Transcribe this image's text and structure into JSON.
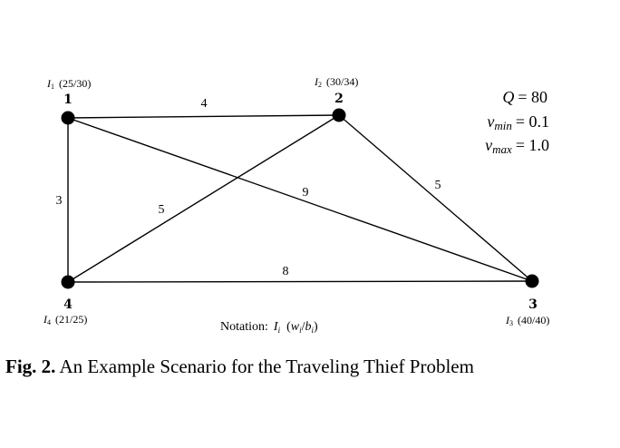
{
  "cities": [
    {
      "id": "1",
      "item_label": "I",
      "item_sub": "1",
      "item_values": "(25/30)"
    },
    {
      "id": "2",
      "item_label": "I",
      "item_sub": "2",
      "item_values": "(30/34)"
    },
    {
      "id": "3",
      "item_label": "I",
      "item_sub": "3",
      "item_values": "(40/40)"
    },
    {
      "id": "4",
      "item_label": "I",
      "item_sub": "4",
      "item_values": "(21/25)"
    }
  ],
  "edges": [
    {
      "from": "1",
      "to": "2",
      "weight": "4"
    },
    {
      "from": "1",
      "to": "4",
      "weight": "3"
    },
    {
      "from": "1",
      "to": "3",
      "weight": "9"
    },
    {
      "from": "2",
      "to": "4",
      "weight": "5"
    },
    {
      "from": "2",
      "to": "3",
      "weight": "5"
    },
    {
      "from": "4",
      "to": "3",
      "weight": "8"
    }
  ],
  "parameters": {
    "capacity": {
      "symbol": "Q",
      "value": "= 80"
    },
    "vmin": {
      "symbol": "v",
      "sub": "min",
      "value": "= 0.1"
    },
    "vmax": {
      "symbol": "v",
      "sub": "max",
      "value": "= 1.0"
    }
  },
  "notation": {
    "prefix": "Notation:",
    "symbol": "I",
    "sub": "i",
    "open": "(",
    "w": "w",
    "w_sub": "i",
    "slash": "/",
    "b": "b",
    "b_sub": "i",
    "close": ")"
  },
  "caption": {
    "label": "Fig. 2.",
    "text": "An Example Scenario for the Traveling Thief Problem"
  }
}
